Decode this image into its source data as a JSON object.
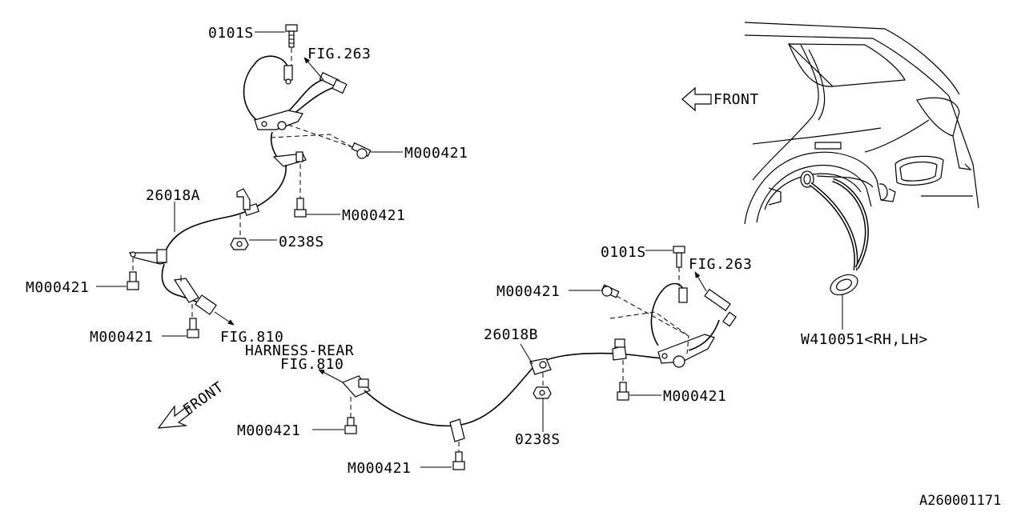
{
  "labels": {
    "bolt_0101s_top": "0101S",
    "fig263_top": "FIG.263",
    "m000421_upper_right": "M000421",
    "label_26018a": "26018A",
    "m000421_mid": "M000421",
    "nut_0238s_left": "0238S",
    "m000421_left": "M000421",
    "m000421_left_low": "M000421",
    "fig810_left": "FIG.810",
    "harness_rear": "HARNESS-REAR",
    "fig810_center": "FIG.810",
    "front_lower": "FRONT",
    "m000421_bottom_left": "M000421",
    "m000421_bottom": "M000421",
    "label_26018b": "26018B",
    "nut_0238s_right": "0238S",
    "m000421_right_bottom": "M000421",
    "m000421_right_top": "M000421",
    "bolt_0101s_right": "0101S",
    "fig263_right": "FIG.263",
    "front_upper": "FRONT",
    "grommet_w410051": "W410051<RH,LH>",
    "diagram_id": "A260001171"
  }
}
